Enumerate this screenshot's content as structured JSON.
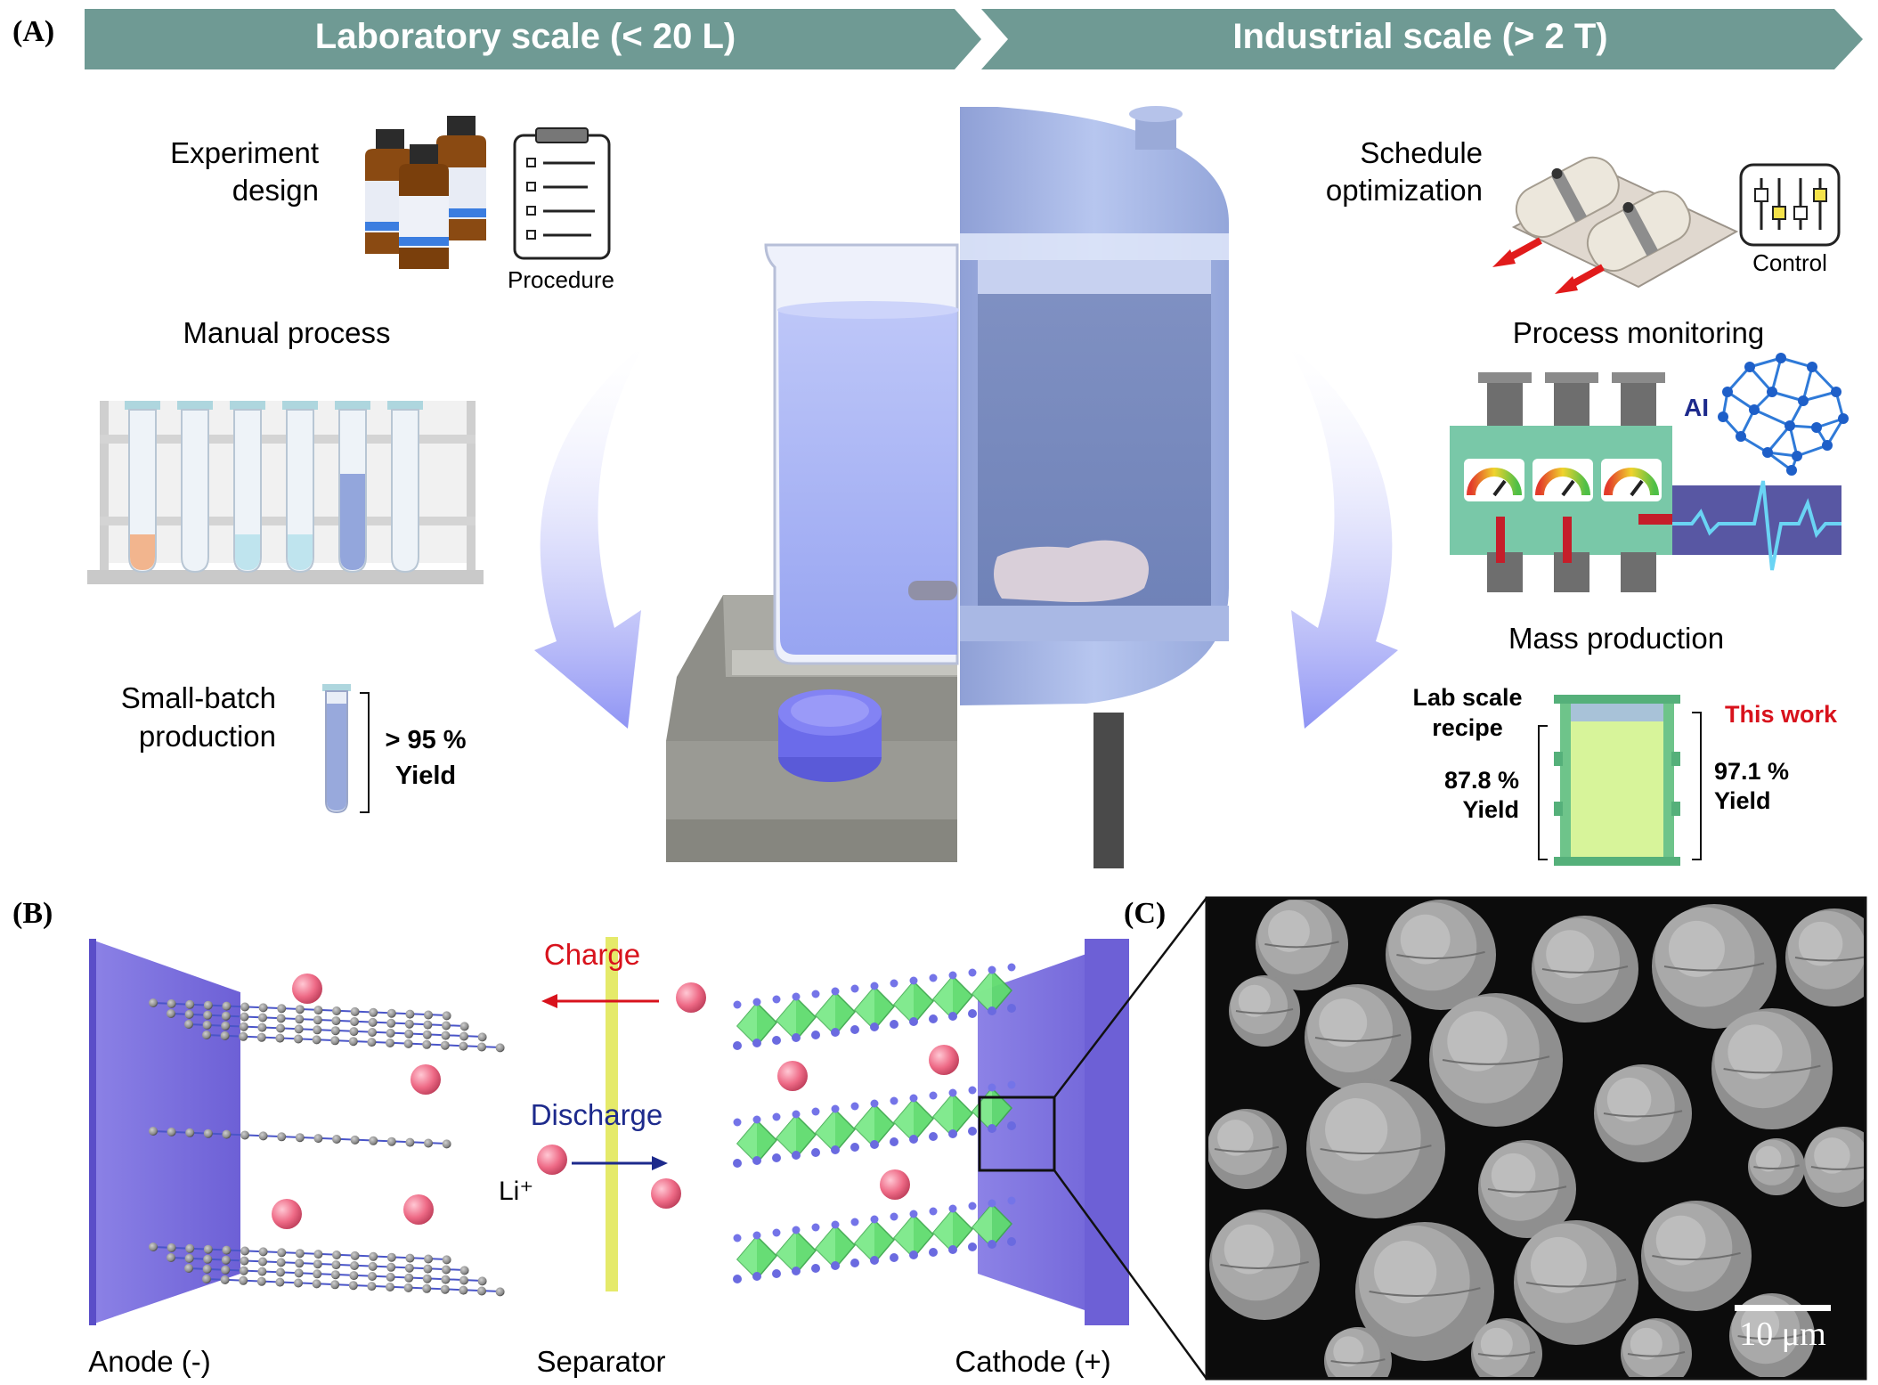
{
  "panel_a": {
    "label": "(A)",
    "banner_lab": "Laboratory scale (< 20 L)",
    "banner_ind": "Industrial scale (> 2 T)",
    "experiment_design_1": "Experiment",
    "experiment_design_2": "design",
    "procedure": "Procedure",
    "manual_process": "Manual process",
    "small_batch_1": "Small-batch",
    "small_batch_2": "production",
    "lab_yield_value": "> 95 %",
    "lab_yield_word": "Yield",
    "schedule_1": "Schedule",
    "schedule_2": "optimization",
    "control": "Control",
    "process_monitoring": "Process monitoring",
    "ai": "AI",
    "mass_production": "Mass production",
    "lab_recipe_1": "Lab scale",
    "lab_recipe_2": "recipe",
    "lab_recipe_yield_value": "87.8 %",
    "lab_recipe_yield_word": "Yield",
    "this_work": "This work",
    "this_work_yield_value": "97.1 %",
    "this_work_yield_word": "Yield"
  },
  "panel_b": {
    "label": "(B)",
    "charge": "Charge",
    "discharge": "Discharge",
    "li_ion": "Li⁺",
    "anode": "Anode (-)",
    "separator": "Separator",
    "cathode": "Cathode (+)"
  },
  "panel_c": {
    "label": "(C)",
    "scale_bar": "10 μm"
  },
  "colors": {
    "banner": "#6f9a94",
    "electrode": "#7b6fdc",
    "charge_red": "#d8121c",
    "discharge_blue": "#1d2a8c",
    "li_pink": "#ee6a86",
    "separator_yellow": "#e5ea6a",
    "octahedra_green": "#5fdc6e"
  }
}
